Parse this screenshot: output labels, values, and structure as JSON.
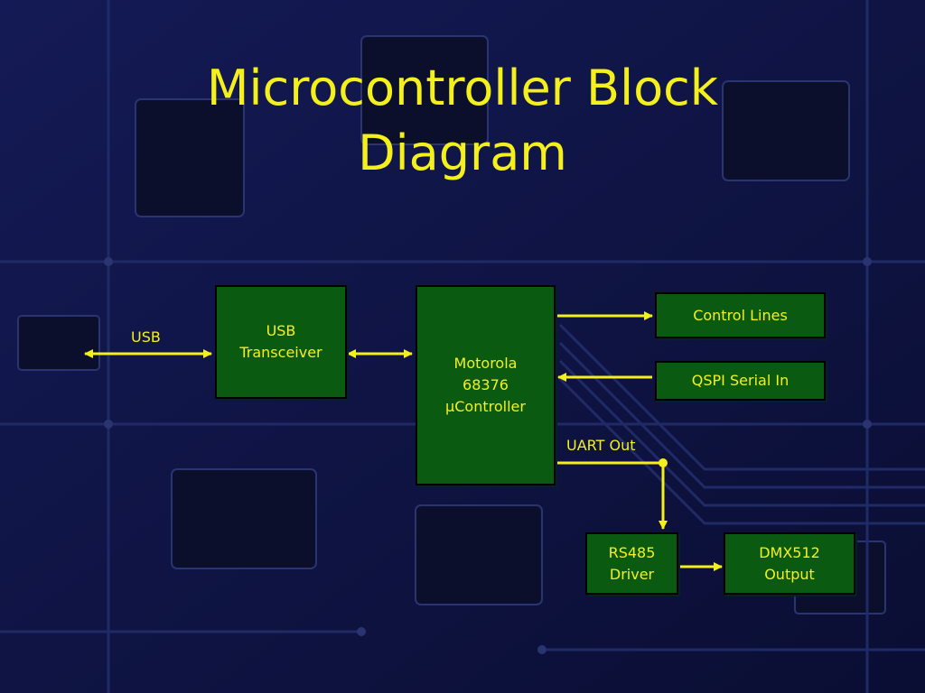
{
  "slide": {
    "title": "Microcontroller Block\nDiagram"
  },
  "colors": {
    "text": "#f4f01c",
    "block_fill": "#0a5a12",
    "background": "#0d1240",
    "wire": "#f4f01c"
  },
  "blocks": {
    "usb_transceiver": "USB\nTransceiver",
    "microcontroller": "Motorola\n68376\nμController",
    "control_lines": "Control Lines",
    "qspi_serial_in": "QSPI Serial In",
    "rs485_driver": "RS485\nDriver",
    "dmx512_output": "DMX512\nOutput"
  },
  "labels": {
    "usb": "USB",
    "uart_out": "UART Out"
  }
}
